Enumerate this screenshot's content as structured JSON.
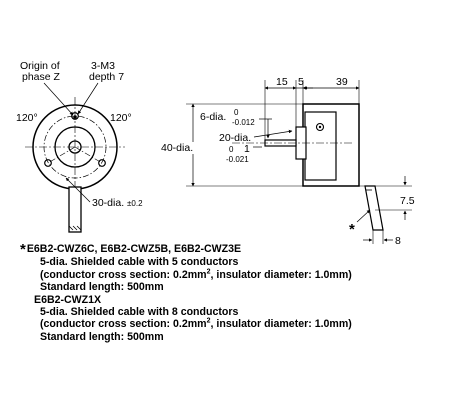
{
  "front_view": {
    "origin_label": [
      "Origin of",
      "phase Z"
    ],
    "m3_label": [
      "3-M3",
      "depth 7"
    ],
    "angle_left": "120°",
    "angle_right": "120°",
    "pcd_label": "30-dia.",
    "pcd_tol": "±0.2"
  },
  "side_view": {
    "dim_15": "15",
    "dim_5": "5",
    "dim_39": "39",
    "shaft_label": "6-dia.",
    "shaft_tol_upper": "0",
    "shaft_tol_lower": "-0.012",
    "boss_label": "20-dia.",
    "boss_tol_upper": "0",
    "boss_tol_lower": "-0.021",
    "body_label": "40-dia.",
    "dim_1": "1",
    "dim_7_5": "7.5",
    "dim_8": "8",
    "cable_star": "*"
  },
  "notes": {
    "star": "*",
    "model_group_1": "E6B2-CWZ6C, E6B2-CWZ5B, E6B2-CWZ3E",
    "cable_1": "5-dia. Shielded cable with 5 conductors",
    "conductor_1_pre": "(conductor cross section: 0.2mm",
    "conductor_1_sup": "2",
    "conductor_1_post": ", insulator diameter: 1.0mm)",
    "length_1": "Standard length: 500mm",
    "model_group_2": "E6B2-CWZ1X",
    "cable_2": "5-dia. Shielded cable with 8 conductors",
    "conductor_2_pre": "(conductor cross section: 0.2mm",
    "conductor_2_sup": "2",
    "conductor_2_post": ", insulator diameter: 1.0mm)",
    "length_2": "Standard length: 500mm"
  }
}
